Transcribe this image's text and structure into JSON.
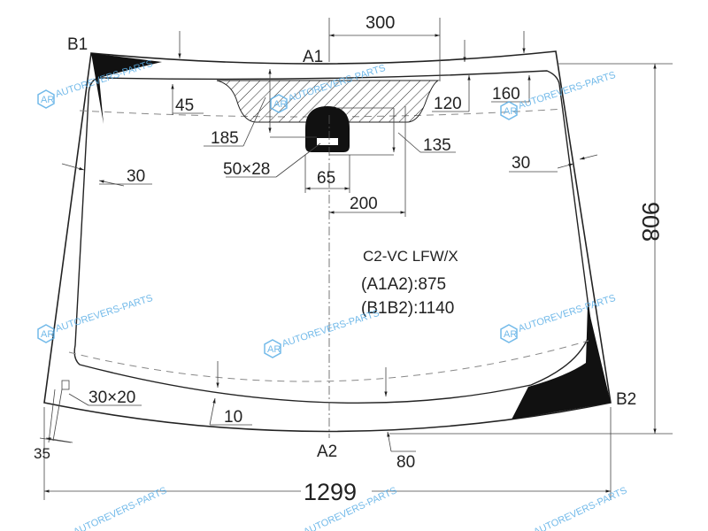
{
  "model": "C2-VC LFW/X",
  "diagonals": {
    "a1a2": "(A1A2):875",
    "b1b2": "(B1B2):1140"
  },
  "points": {
    "a1": "A1",
    "a2": "A2",
    "b1": "B1",
    "b2": "B2"
  },
  "dimensions": {
    "width": "1299",
    "height": "908",
    "d300": "300",
    "d45": "45",
    "d120": "120",
    "d160": "160",
    "d185": "185",
    "d135": "135",
    "d50x28": "50×28",
    "d65": "65",
    "d200": "200",
    "d30_left": "30",
    "d30_right": "30",
    "d30x20": "30×20",
    "d10": "10",
    "d35": "35",
    "d80": "80"
  },
  "watermark": {
    "text": "AUTOREVERS-PARTS",
    "logo": "AR",
    "color": "#5aaee6"
  }
}
